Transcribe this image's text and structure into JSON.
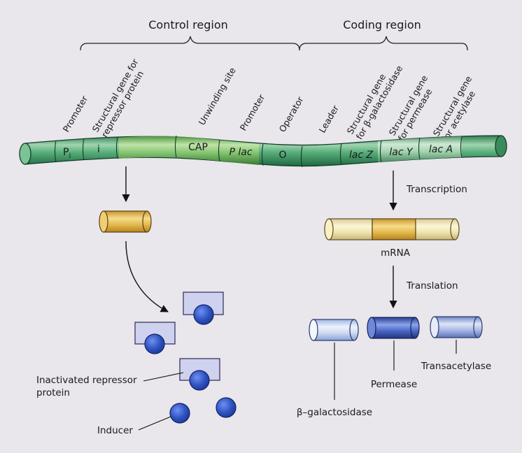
{
  "headers": {
    "control": "Control region",
    "coding": "Coding region"
  },
  "region_labels": [
    {
      "line1": "Promoter",
      "line2": ""
    },
    {
      "line1": "Structural gene for",
      "line2": "repressor protein"
    },
    {
      "line1": "Unwinding site",
      "line2": ""
    },
    {
      "line1": "Promoter",
      "line2": ""
    },
    {
      "line1": "Operator",
      "line2": ""
    },
    {
      "line1": "Leader",
      "line2": ""
    },
    {
      "line1": "Structural gene",
      "line2": "for β-galactosidase"
    },
    {
      "line1": "Structural gene",
      "line2": "for permease"
    },
    {
      "line1": "Structural gene",
      "line2": "for acetylase"
    }
  ],
  "segments": {
    "pi": "P",
    "pi_sub": "i",
    "i": "i",
    "cap": "CAP",
    "plac_p": "P",
    "plac_lac": "lac",
    "o": "O",
    "lacz": "lac Z",
    "lacy": "lac Y",
    "laca": "lac A"
  },
  "process_labels": {
    "transcription": "Transcription",
    "mrna": "mRNA",
    "translation": "Translation"
  },
  "proteins": {
    "beta_gal": "β–galactosidase",
    "permease": "Permease",
    "transacetylase": "Transacetylase"
  },
  "repressor": {
    "inactivated_line1": "Inactivated repressor",
    "inactivated_line2": "protein",
    "inducer": "Inducer"
  },
  "colors": {
    "dna_green": "#3f9a68",
    "repressor_gene_yellow": "#e4b84c",
    "permease_blue": "#3d56b4",
    "inducer_blue": "#2e52c0",
    "background": "#e9e6ec"
  }
}
